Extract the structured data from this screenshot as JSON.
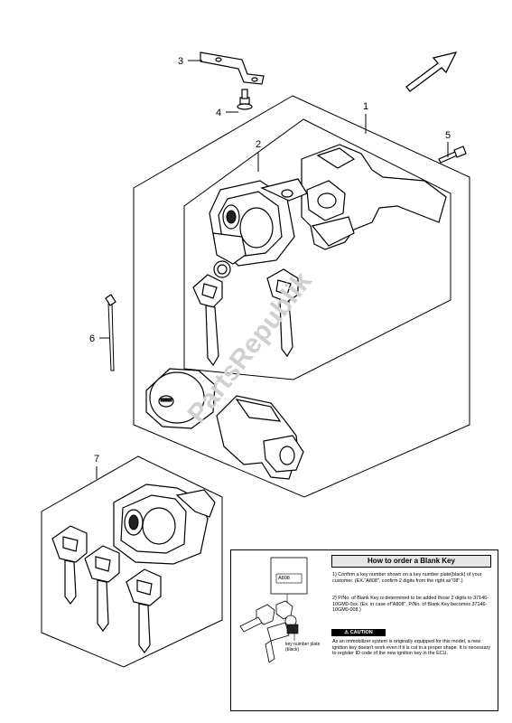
{
  "callouts": {
    "c1": "1",
    "c2": "2",
    "c3": "3",
    "c4": "4",
    "c5": "5",
    "c6": "6",
    "c7": "7"
  },
  "watermark": "PartsRepublik",
  "info": {
    "title": "How to order a Blank Key",
    "step1": "1) Confirm a key number shown on a key number plate(black) of your customer. (EX.\"A808\", confirm 2 digits from the right as\"08\".)",
    "step2": "2) P/No. of Blank Key is determined to be added those 2 digits to 37146-10GM0-0xx. (Ex. in case of\"A808\", P/No. of Blank Key becomes 37146-10GM0-008.)",
    "warning_label": "⚠ CAUTION",
    "warning_text": "As an immobilizer system is originally equipped for this model, a new ignition key doesn't work even if it is cut in a proper shape. It is necessary to register ID code of the new ignition key in the ECU.",
    "plate_code": "A808",
    "plate_label": "key number plate (black)"
  },
  "colors": {
    "line": "#000000",
    "watermark": "#d0d0d0",
    "title_bg": "#e6e6e6"
  }
}
